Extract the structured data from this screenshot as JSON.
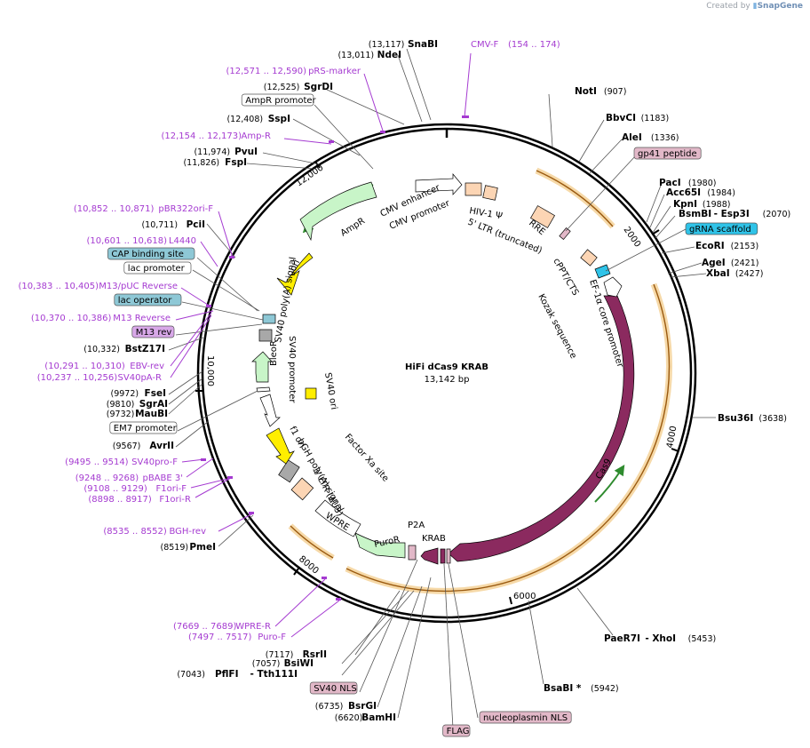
{
  "credit": {
    "prefix": "Created by",
    "brand": "SnapGene"
  },
  "plasmid": {
    "name": "HiFi dCas9 KRAB",
    "size": "13,142 bp"
  },
  "ticks": [
    "2000",
    "4000",
    "6000",
    "8000",
    "10,000",
    "12,000"
  ],
  "left_labels": [
    {
      "id": "snabi",
      "pos": "(13,117)",
      "name": "SnaBI",
      "type": "enz"
    },
    {
      "id": "ndei",
      "pos": "(13,011)",
      "name": "NdeI",
      "type": "enz"
    },
    {
      "id": "prs",
      "pos": "(12,571 .. 12,590)",
      "name": "pRS-marker",
      "type": "primer"
    },
    {
      "id": "sgrdi",
      "pos": "(12,525)",
      "name": "SgrDI",
      "type": "enz"
    },
    {
      "id": "ampr-prom",
      "name": "AmpR promoter",
      "type": "box"
    },
    {
      "id": "sspi",
      "pos": "(12,408)",
      "name": "SspI",
      "type": "enz"
    },
    {
      "id": "ampr-primer",
      "pos": "(12,154 .. 12,173)",
      "name": "Amp-R",
      "type": "primer"
    },
    {
      "id": "pvui",
      "pos": "(11,974)",
      "name": "PvuI",
      "type": "enz"
    },
    {
      "id": "fspi",
      "pos": "(11,826)",
      "name": "FspI",
      "type": "enz"
    },
    {
      "id": "pbr",
      "pos": "(10,852 .. 10,871)",
      "name": "pBR322ori-F",
      "type": "primer"
    },
    {
      "id": "pcii",
      "pos": "(10,711)",
      "name": "PciI",
      "type": "enz"
    },
    {
      "id": "l4440",
      "pos": "(10,601 .. 10,618)",
      "name": "L4440",
      "type": "primer"
    },
    {
      "id": "cap",
      "name": "CAP binding site",
      "type": "box"
    },
    {
      "id": "lacp",
      "name": "lac promoter",
      "type": "box"
    },
    {
      "id": "m13puc",
      "pos": "(10,383 .. 10,405)",
      "name": "M13/pUC Reverse",
      "type": "primer"
    },
    {
      "id": "laco",
      "name": "lac operator",
      "type": "box"
    },
    {
      "id": "m13r",
      "pos": "(10,370 .. 10,386)",
      "name": "M13 Reverse",
      "type": "primer"
    },
    {
      "id": "m13rev",
      "name": "M13 rev",
      "type": "box"
    },
    {
      "id": "bstz",
      "pos": "(10,332)",
      "name": "BstZ17I",
      "type": "enz"
    },
    {
      "id": "ebv",
      "pos": "(10,291 .. 10,310)",
      "name": "EBV-rev",
      "type": "primer"
    },
    {
      "id": "sv40pa",
      "pos": "(10,237 .. 10,256)",
      "name": "SV40pA-R",
      "type": "primer"
    },
    {
      "id": "fsei",
      "pos": "(9972)",
      "name": "FseI",
      "type": "enz"
    },
    {
      "id": "sgrai",
      "pos": "(9810)",
      "name": "SgrAI",
      "type": "enz"
    },
    {
      "id": "maubi",
      "pos": "(9732)",
      "name": "MauBI",
      "type": "enz"
    },
    {
      "id": "em7",
      "name": "EM7 promoter",
      "type": "box"
    },
    {
      "id": "avrii",
      "pos": "(9567)",
      "name": "AvrII",
      "type": "enz"
    },
    {
      "id": "sv40pro",
      "pos": "(9495 .. 9514)",
      "name": "SV40pro-F",
      "type": "primer"
    },
    {
      "id": "pbabe",
      "pos": "(9248 .. 9268)",
      "name": "pBABE 3'",
      "type": "primer"
    },
    {
      "id": "f1orif",
      "pos": "(9108 .. 9129)",
      "name": "F1ori-F",
      "type": "primer"
    },
    {
      "id": "f1orir",
      "pos": "(8898 .. 8917)",
      "name": "F1ori-R",
      "type": "primer"
    },
    {
      "id": "bgh",
      "pos": "(8535 .. 8552)",
      "name": "BGH-rev",
      "type": "primer"
    },
    {
      "id": "pmei",
      "pos": "(8519)",
      "name": "PmeI",
      "type": "enz"
    },
    {
      "id": "wprer",
      "pos": "(7669 .. 7689)",
      "name": "WPRE-R",
      "type": "primer"
    },
    {
      "id": "puro",
      "pos": "(7497 .. 7517)",
      "name": "Puro-F",
      "type": "primer"
    },
    {
      "id": "rsrii",
      "pos": "(7117)",
      "name": "RsrII",
      "type": "enz"
    },
    {
      "id": "bsiwi",
      "pos": "(7057)",
      "name": "BsiWI",
      "type": "enz"
    },
    {
      "id": "pflfi",
      "pos": "(7043)",
      "name": "PflFI",
      "name2": "- Tth111I",
      "type": "enz"
    },
    {
      "id": "sv40nls",
      "name": "SV40 NLS",
      "type": "box"
    },
    {
      "id": "bsrgi",
      "pos": "(6735)",
      "name": "BsrGI",
      "type": "enz"
    },
    {
      "id": "bamhi",
      "pos": "(6620)",
      "name": "BamHI",
      "type": "enz"
    },
    {
      "id": "flag",
      "name": "FLAG",
      "type": "box"
    }
  ],
  "right_labels": [
    {
      "id": "cmvf",
      "name": "CMV-F",
      "pos": "(154 .. 174)",
      "type": "primer"
    },
    {
      "id": "noti",
      "name": "NotI",
      "pos": "(907)",
      "type": "enz"
    },
    {
      "id": "bbvci",
      "name": "BbvCI",
      "pos": "(1183)",
      "type": "enz"
    },
    {
      "id": "alei",
      "name": "AleI",
      "pos": "(1336)",
      "type": "enz"
    },
    {
      "id": "gp41",
      "name": "gp41 peptide",
      "type": "box"
    },
    {
      "id": "paci",
      "name": "PacI",
      "pos": "(1980)",
      "type": "enz"
    },
    {
      "id": "acc65i",
      "name": "Acc65I",
      "pos": "(1984)",
      "type": "enz"
    },
    {
      "id": "kpni",
      "name": "KpnI",
      "pos": "(1988)",
      "type": "enz"
    },
    {
      "id": "bsmbi",
      "name": "BsmBI",
      "name2": "- Esp3I",
      "pos": "(2070)",
      "type": "enz"
    },
    {
      "id": "grna",
      "name": "gRNA scaffold",
      "type": "box"
    },
    {
      "id": "ecori",
      "name": "EcoRI",
      "pos": "(2153)",
      "type": "enz"
    },
    {
      "id": "agei",
      "name": "AgeI",
      "pos": "(2421)",
      "type": "enz"
    },
    {
      "id": "xbai",
      "name": "XbaI",
      "pos": "(2427)",
      "type": "enz"
    },
    {
      "id": "bsu36i",
      "name": "Bsu36I",
      "pos": "(3638)",
      "type": "enz"
    },
    {
      "id": "paer7i",
      "name": "PaeR7I",
      "name2": "- XhoI",
      "pos": "(5453)",
      "type": "enz"
    },
    {
      "id": "bsabi",
      "name": "BsaBI *",
      "pos": "(5942)",
      "type": "enz"
    },
    {
      "id": "nucnls",
      "name": "nucleoplasmin NLS",
      "type": "box"
    }
  ],
  "features": {
    "cmv_enh": "CMV enhancer",
    "cmv_prom": "CMV promoter",
    "hiv": "HIV-1 Ψ",
    "ltr5": "5' LTR (truncated)",
    "rre": "RRE",
    "cppt": "cPPT/CTS",
    "ef1a": "EF-1α core promoter",
    "kozak": "Kozak sequence",
    "cas9": "Cas9",
    "krab": "KRAB",
    "p2a": "P2A",
    "puror": "PuroR",
    "wpre": "WPRE",
    "ltr3": "3' LTR (ΔU3)",
    "bgh": "bGH poly(A) signal",
    "f1": "f1 ori",
    "factorxa": "Factor Xa site",
    "sv40ori": "SV40 ori",
    "sv40prom": "SV40 promoter",
    "bleor": "BleoR",
    "sv40pa": "SV40 poly(A) signal",
    "ori": "ori",
    "ampr": "AmpR"
  },
  "colors": {
    "cas9": "#8b2a5f",
    "primer": "#a53bd1",
    "orange": "#e8a040",
    "ampr": "#c8f5c8",
    "ori": "#ffee00",
    "peach": "#fcd5b4",
    "cyan": "#2fc3e8",
    "boxblue": "#8ec8d6",
    "boxpink": "#e2b8c8"
  }
}
